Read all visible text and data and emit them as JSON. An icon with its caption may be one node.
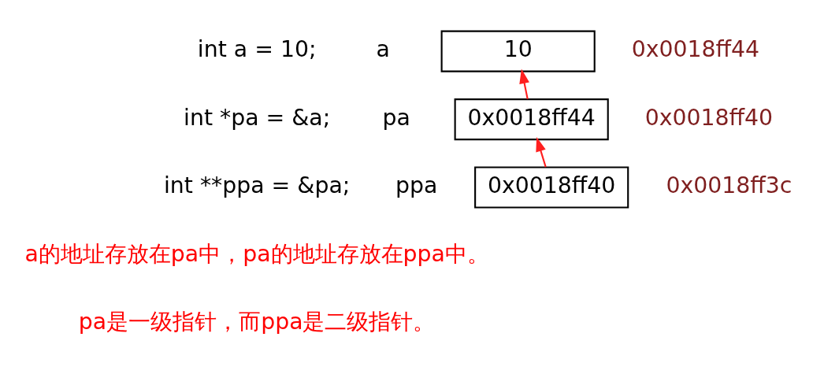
{
  "diagram": {
    "nodes": [
      {
        "text": [
          "10"
        ],
        "beside": [
          "a",
          "0x0018ff44"
        ]
      },
      {
        "text": [
          "0x0018ff44"
        ],
        "beside": [
          "pa",
          "0x0018ff40"
        ]
      },
      {
        "text": [
          "0x0018ff40"
        ],
        "beside": [
          "ppa",
          "0x0018ff3c"
        ]
      }
    ],
    "edges": [
      {
        "from": 1,
        "to": 0,
        "arrow": "to"
      },
      {
        "from": 2,
        "to": 1,
        "arrow": "to"
      }
    ],
    "labels": [
      "int a = 10;",
      "int *pa = &a;",
      "int **ppa = &pa;",
      "a的地址存放在pa中，pa的地址存放在ppa中。",
      "pa是一级指针，而ppa是二级指针。"
    ]
  }
}
